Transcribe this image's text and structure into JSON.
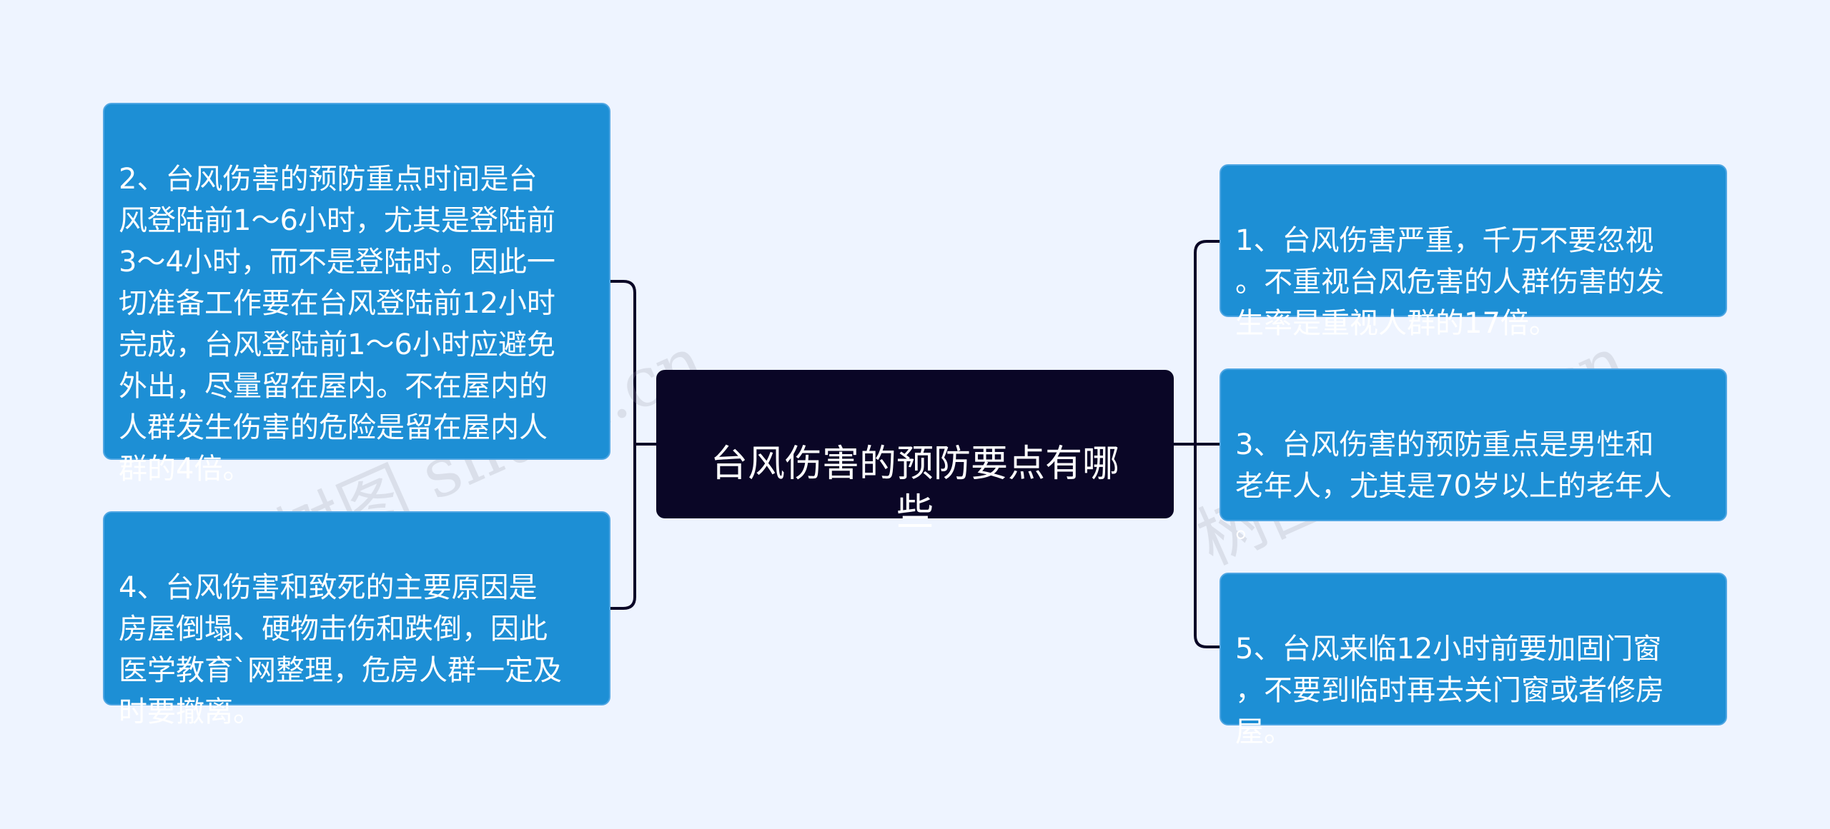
{
  "center": {
    "title": "台风伤害的预防要点有哪\n些"
  },
  "left_nodes": [
    {
      "text": "2、台风伤害的预防重点时间是台\n风登陆前1～6小时，尤其是登陆前\n3～4小时，而不是登陆时。因此一\n切准备工作要在台风登陆前12小时\n完成，台风登陆前1～6小时应避免\n外出，尽量留在屋内。不在屋内的\n人群发生伤害的危险是留在屋内人\n群的4倍。"
    },
    {
      "text": "4、台风伤害和致死的主要原因是\n房屋倒塌、硬物击伤和跌倒，因此\n医学教育`网整理，危房人群一定及\n时要撤离。"
    }
  ],
  "right_nodes": [
    {
      "text": "1、台风伤害严重，千万不要忽视\n。不重视台风危害的人群伤害的发\n生率是重视人群的17倍。"
    },
    {
      "text": "3、台风伤害的预防重点是男性和\n老年人，尤其是70岁以上的老年人\n。"
    },
    {
      "text": "5、台风来临12小时前要加固门窗\n，不要到临时再去关门窗或者修房\n屋。"
    }
  ],
  "watermarks": [
    "树图 shutu.cn",
    "树图 shutu.cn"
  ],
  "colors": {
    "background": "#eef4ff",
    "node_fill": "#1d8fd5",
    "center_fill": "#0a0626",
    "connector": "#0a0626"
  }
}
